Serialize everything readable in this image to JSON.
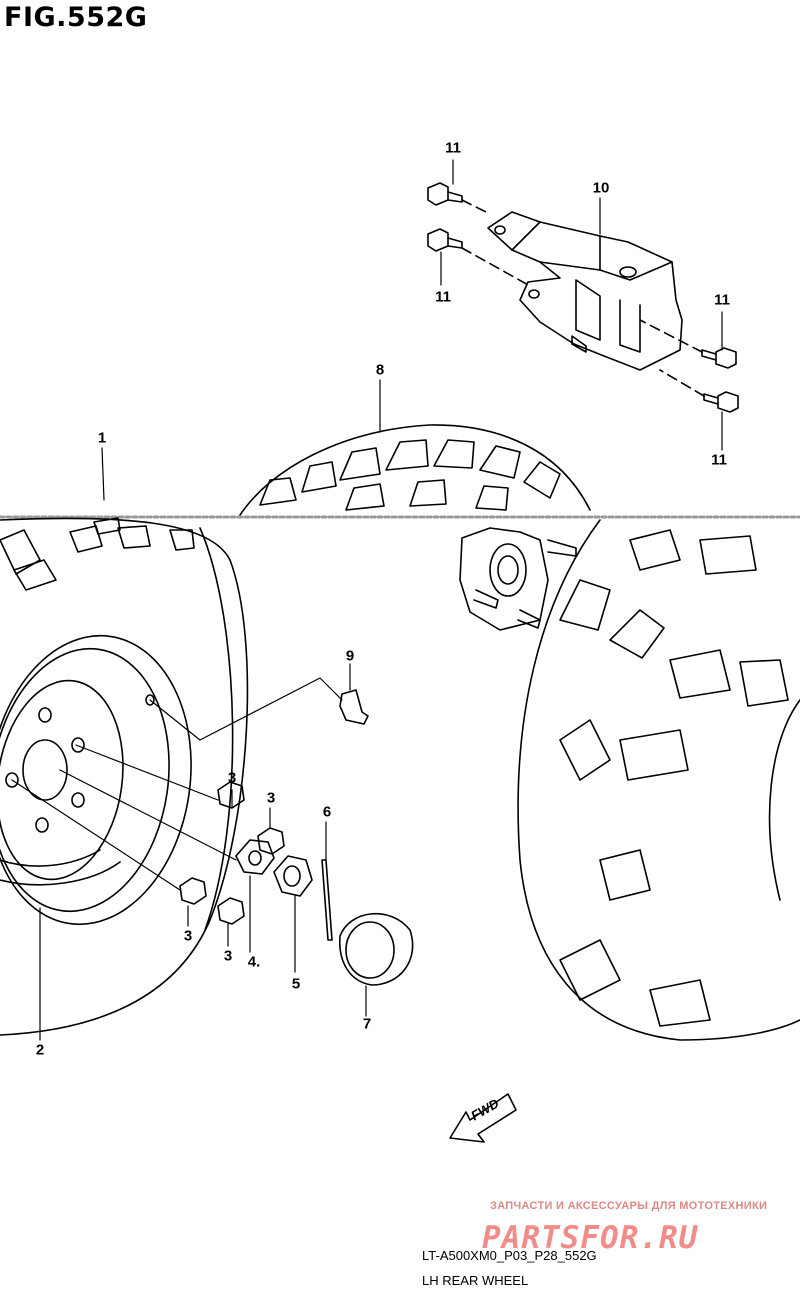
{
  "figure": {
    "title": "FIG.552G"
  },
  "callouts": [
    {
      "id": "part-11-a",
      "label": "11"
    },
    {
      "id": "part-10",
      "label": "10"
    },
    {
      "id": "part-11-b",
      "label": "11"
    },
    {
      "id": "part-11-c",
      "label": "11"
    },
    {
      "id": "part-11-d",
      "label": "11"
    },
    {
      "id": "part-8",
      "label": "8"
    },
    {
      "id": "part-1",
      "label": "1"
    },
    {
      "id": "part-9",
      "label": "9"
    },
    {
      "id": "part-3-a",
      "label": "3"
    },
    {
      "id": "part-3-b",
      "label": "3"
    },
    {
      "id": "part-3-c",
      "label": "3"
    },
    {
      "id": "part-3-d",
      "label": "3"
    },
    {
      "id": "part-6",
      "label": "6"
    },
    {
      "id": "part-4",
      "label": "4."
    },
    {
      "id": "part-5",
      "label": "5"
    },
    {
      "id": "part-7",
      "label": "7"
    },
    {
      "id": "part-2",
      "label": "2"
    }
  ],
  "direction_marker": {
    "label": "FWD"
  },
  "watermark": {
    "tagline": "ЗАПЧАСТИ И АКСЕССУАРЫ ДЛЯ МОТОТЕХНИКИ",
    "logo": "PARTSFOR.RU"
  },
  "footer": {
    "code": "LT-A500XM0_P03_P28_552G",
    "subtitle": "LH REAR WHEEL"
  }
}
